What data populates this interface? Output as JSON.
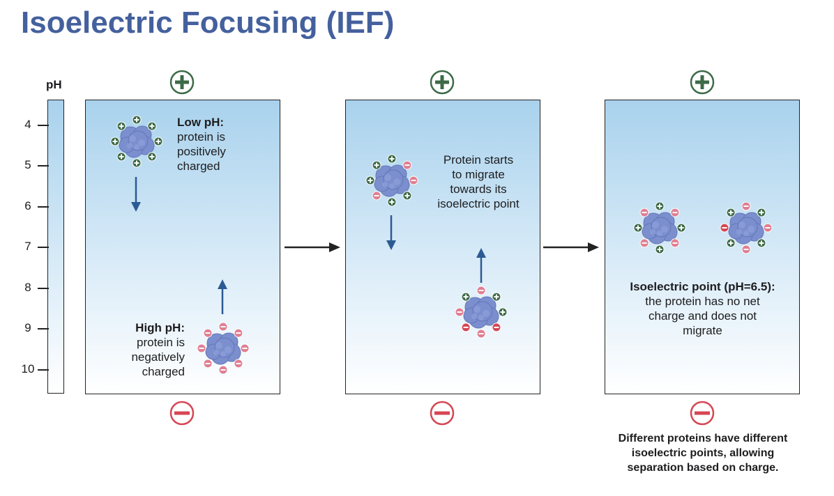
{
  "title": "Isoelectric Focusing (IEF)",
  "ph_scale": {
    "label": "pH",
    "ticks": [
      "4",
      "5",
      "6",
      "7",
      "8",
      "9",
      "10"
    ]
  },
  "panels": [
    {
      "top_text": {
        "heading": "Low pH:",
        "body": "protein is\npositively\ncharged"
      },
      "bottom_text": {
        "heading": "High pH:",
        "body": "protein is\nnegatively\ncharged"
      }
    },
    {
      "text": "Protein starts\nto migrate\ntowards its\nisoelectric point"
    },
    {
      "heading": "Isoelectric point (pH=6.5):",
      "body": "the protein has no net\ncharge and does not\nmigrate"
    }
  ],
  "footnote": "Different proteins have different\nisoelectric points, allowing\nseparation based on charge.",
  "colors": {
    "title": "#44609d",
    "positive": "#3d6a47",
    "negative": "#d64653",
    "negative_light": "#e07f92",
    "protein": "#7b8fce",
    "arrow": "#2c5a93"
  },
  "icons": {
    "anode": "plus-circle-icon",
    "cathode": "minus-circle-icon",
    "protein": "protein-blob-icon",
    "migration": "arrow-icon"
  }
}
